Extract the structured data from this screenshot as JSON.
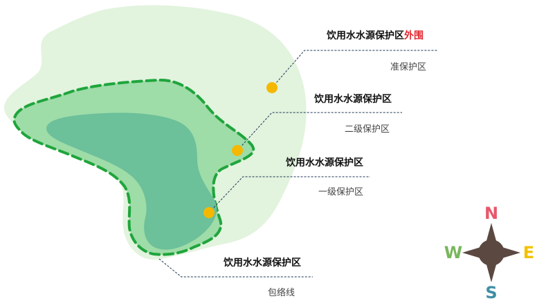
{
  "zones": {
    "outer": {
      "fill": "#e2f3de"
    },
    "secondary": {
      "fill": "#9edca8",
      "border": "#1fa53c"
    },
    "primary": {
      "fill": "#6cc09a"
    }
  },
  "marker_color": "#f5b800",
  "leader_color": "#1b3550",
  "labels": [
    {
      "title": "饮用水水源保护区",
      "highlight": "外围",
      "highlight_color": "#e0262d",
      "sub": "准保护区"
    },
    {
      "title": "饮用水水源保护区",
      "highlight": "",
      "sub": "二级保护区"
    },
    {
      "title": "饮用水水源保护区",
      "highlight": "",
      "sub": "一级保护区"
    },
    {
      "title": "饮用水水源保护区",
      "highlight": "",
      "sub": "包络线"
    }
  ],
  "compass": {
    "N": {
      "letter": "N",
      "color": "#e8576a"
    },
    "E": {
      "letter": "E",
      "color": "#f2c200"
    },
    "S": {
      "letter": "S",
      "color": "#3f8fa3"
    },
    "W": {
      "letter": "W",
      "color": "#79b65d"
    },
    "star_color": "#5b4840"
  }
}
